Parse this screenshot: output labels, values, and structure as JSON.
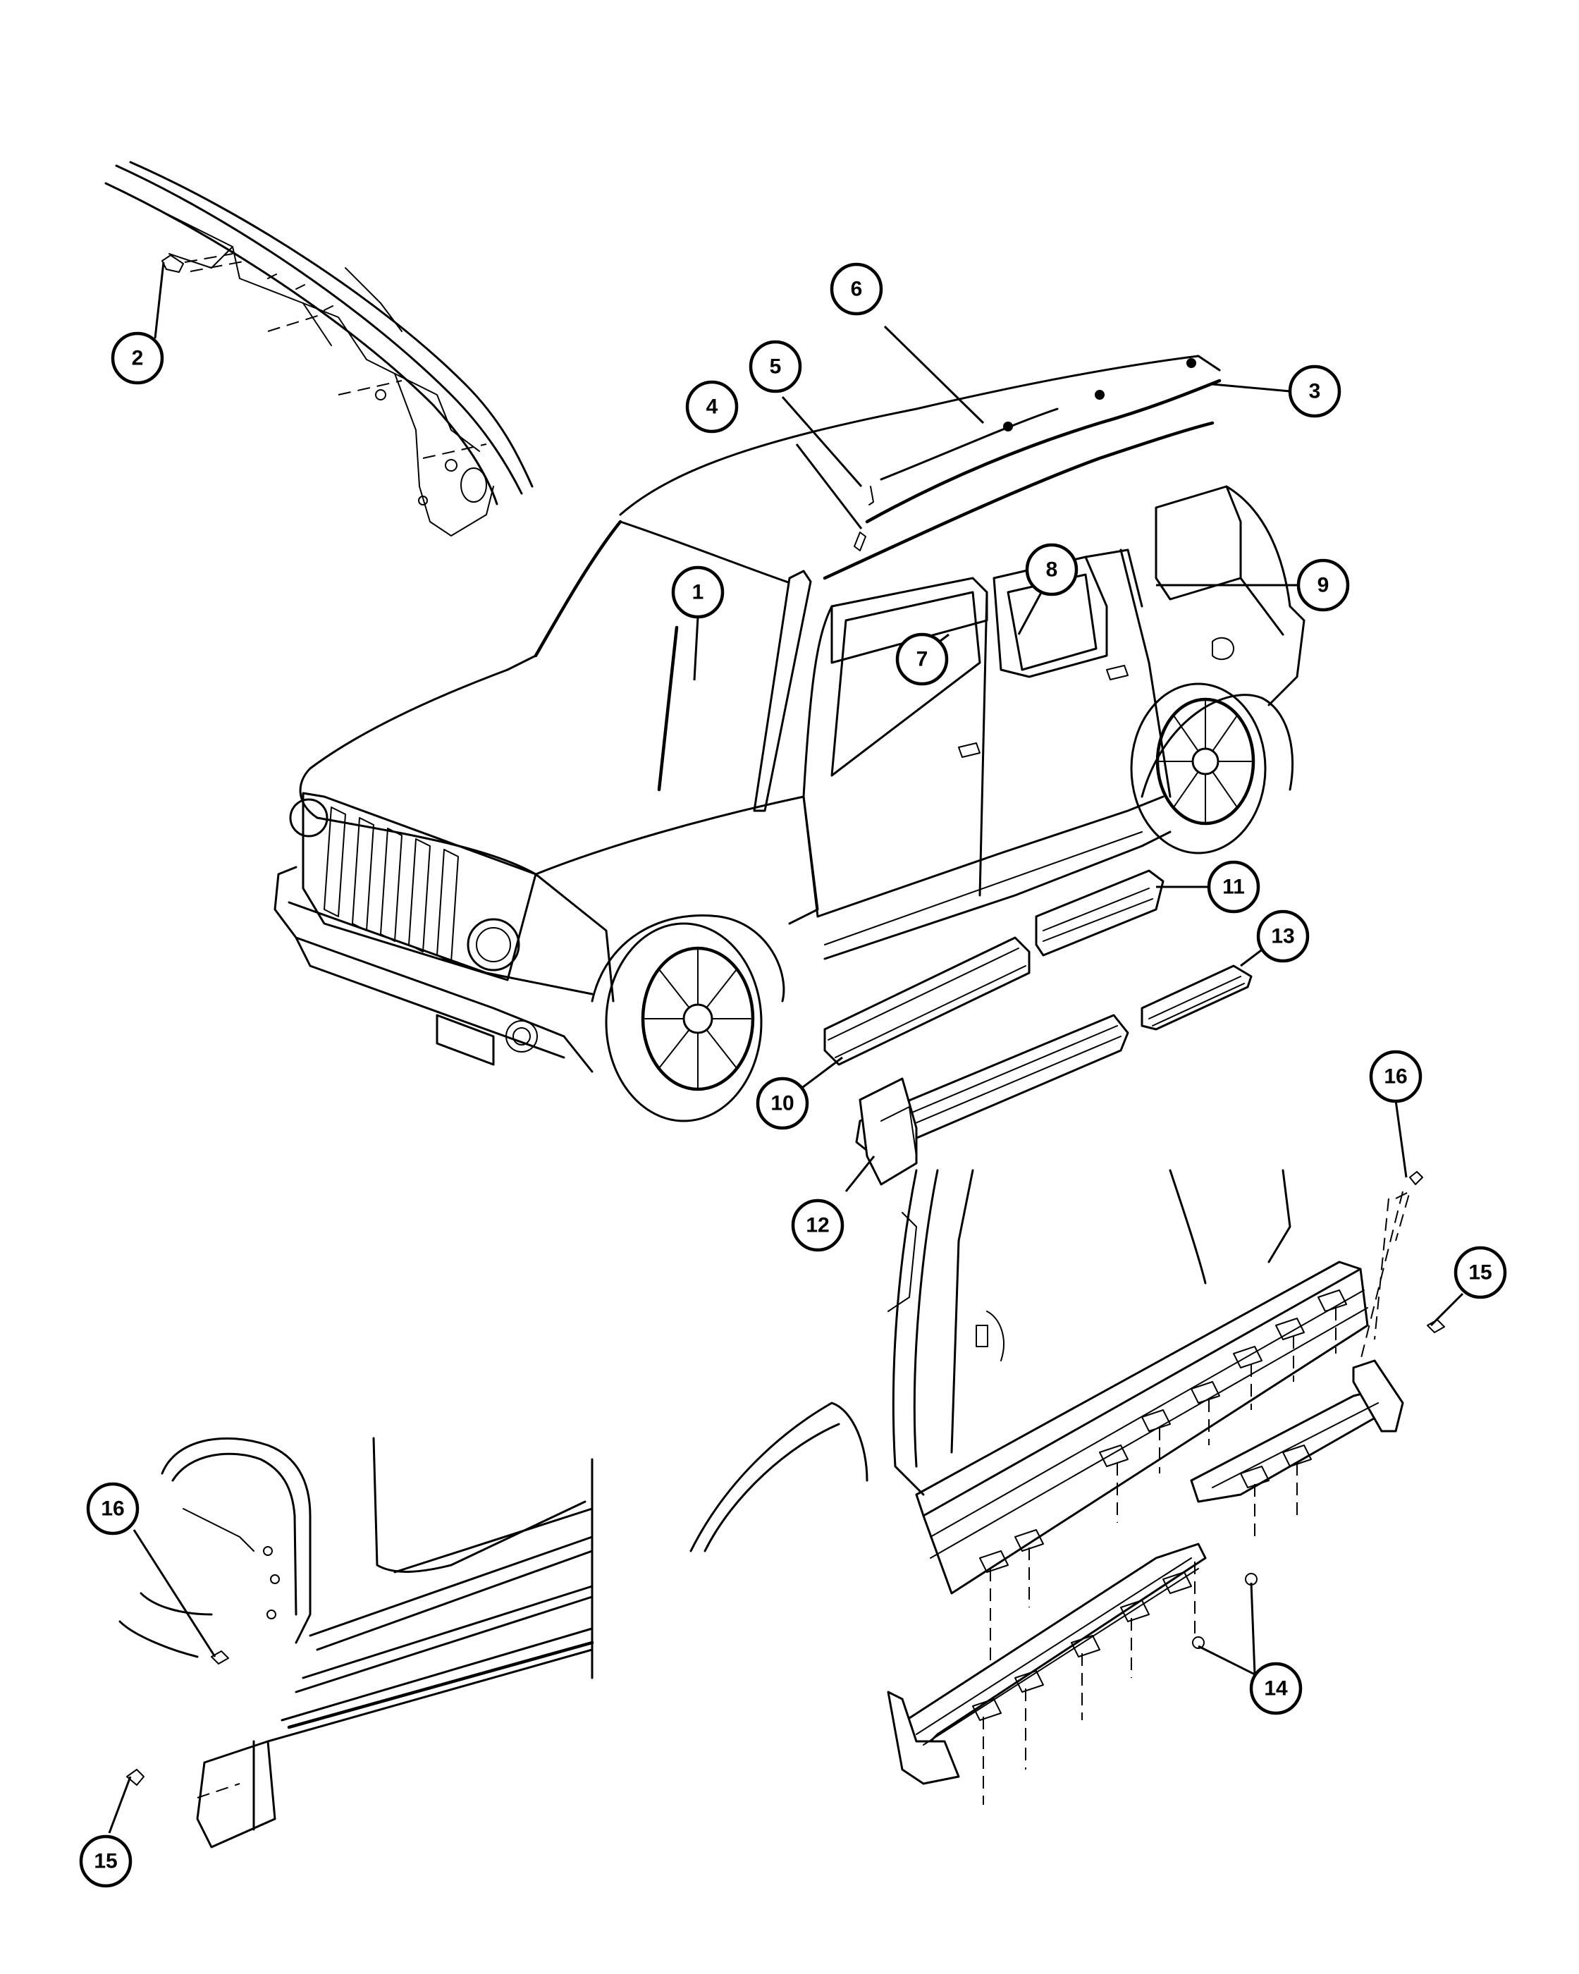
{
  "diagram": {
    "type": "parts-exploded-view",
    "callouts": [
      {
        "id": "c1",
        "label": "1"
      },
      {
        "id": "c2",
        "label": "2"
      },
      {
        "id": "c3",
        "label": "3"
      },
      {
        "id": "c4",
        "label": "4"
      },
      {
        "id": "c5",
        "label": "5"
      },
      {
        "id": "c6",
        "label": "6"
      },
      {
        "id": "c7",
        "label": "7"
      },
      {
        "id": "c8",
        "label": "8"
      },
      {
        "id": "c9",
        "label": "9"
      },
      {
        "id": "c10",
        "label": "10"
      },
      {
        "id": "c11",
        "label": "11"
      },
      {
        "id": "c12",
        "label": "12"
      },
      {
        "id": "c13",
        "label": "13"
      },
      {
        "id": "c14",
        "label": "14"
      },
      {
        "id": "c15a",
        "label": "15"
      },
      {
        "id": "c15b",
        "label": "15"
      },
      {
        "id": "c16a",
        "label": "16"
      },
      {
        "id": "c16b",
        "label": "16"
      }
    ]
  }
}
